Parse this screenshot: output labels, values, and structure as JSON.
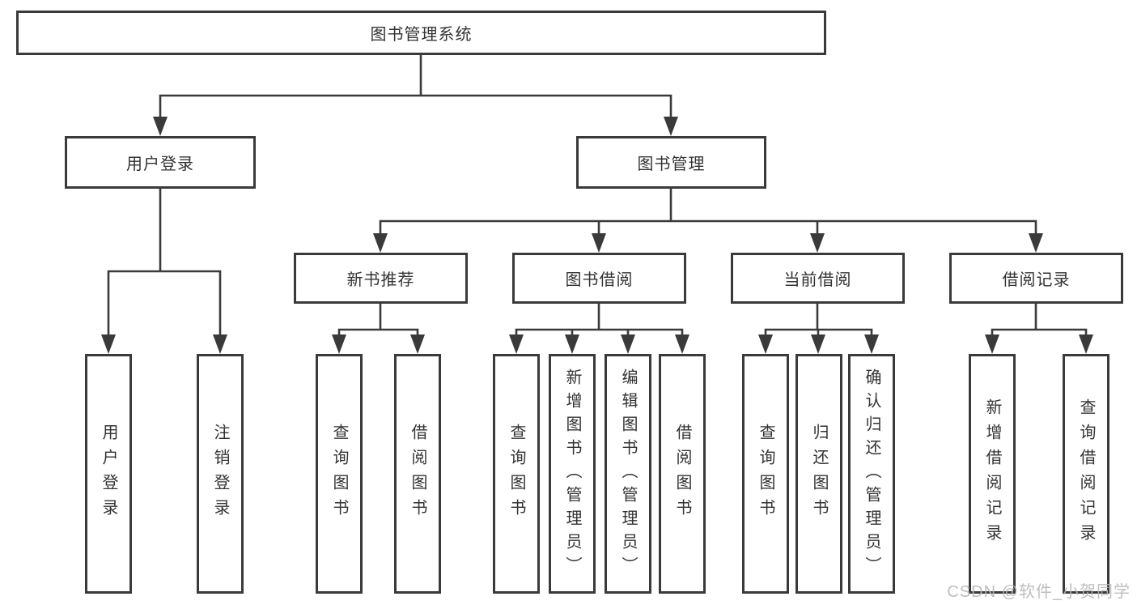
{
  "diagram": {
    "root": {
      "label": "图书管理系统",
      "children": [
        {
          "label": "用户登录",
          "children": [
            {
              "label": "用户登录"
            },
            {
              "label": "注销登录"
            }
          ]
        },
        {
          "label": "图书管理",
          "children": [
            {
              "label": "新书推荐",
              "children": [
                {
                  "label": "查询图书"
                },
                {
                  "label": "借阅图书"
                }
              ]
            },
            {
              "label": "图书借阅",
              "children": [
                {
                  "label": "查询图书"
                },
                {
                  "label": "新增图书（管理员）"
                },
                {
                  "label": "编辑图书（管理员）"
                },
                {
                  "label": "借阅图书"
                }
              ]
            },
            {
              "label": "当前借阅",
              "children": [
                {
                  "label": "查询图书"
                },
                {
                  "label": "归还图书"
                },
                {
                  "label": "确认归还（管理员）"
                }
              ]
            },
            {
              "label": "借阅记录",
              "children": [
                {
                  "label": "新增借阅记录"
                },
                {
                  "label": "查询借阅记录"
                }
              ]
            }
          ]
        }
      ]
    },
    "watermark": {
      "text": "CSDN @软件_小贺同学"
    },
    "colors": {
      "line": "#3a3a3a",
      "box_border": "#3a3a3a",
      "text": "#333333",
      "watermark": "#b7b7b7",
      "background": "#ffffff"
    }
  }
}
